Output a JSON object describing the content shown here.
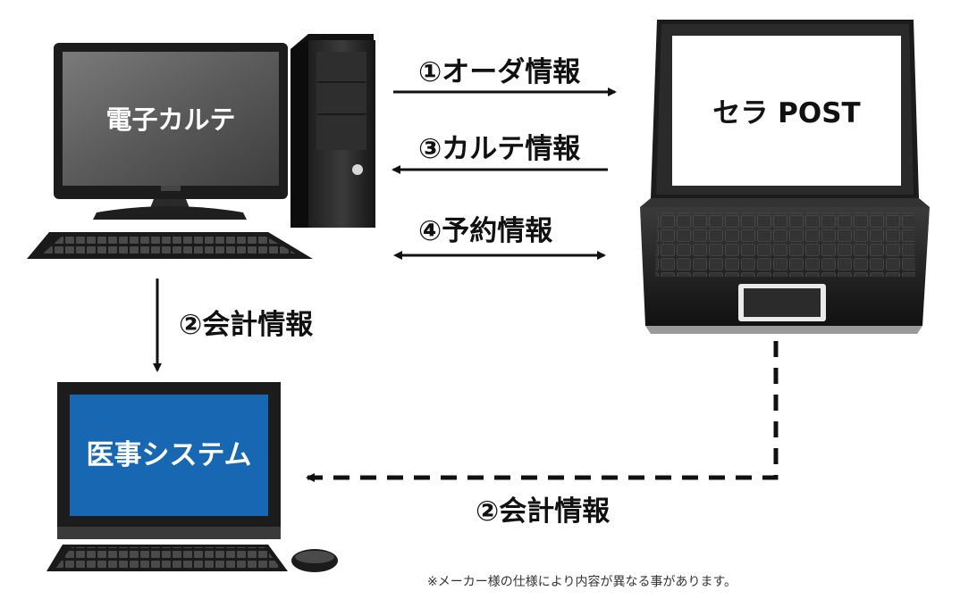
{
  "nodes": {
    "emr": {
      "label": "電子カルテ"
    },
    "sera": {
      "label": "セラ POST"
    },
    "medical": {
      "label": "医事システム"
    }
  },
  "flows": {
    "order": {
      "label": "①オーダ情報"
    },
    "karte": {
      "label": "③カルテ情報"
    },
    "reserve": {
      "label": "④予約情報"
    },
    "billing_emr": {
      "label": "②会計情報"
    },
    "billing_sera": {
      "label": "②会計情報"
    }
  },
  "note": "※メーカー様の仕様により内容が異なる事があります。",
  "colors": {
    "medical_screen": "#1767b3",
    "device_body": "#2a2a2a",
    "arrow": "#111111"
  }
}
